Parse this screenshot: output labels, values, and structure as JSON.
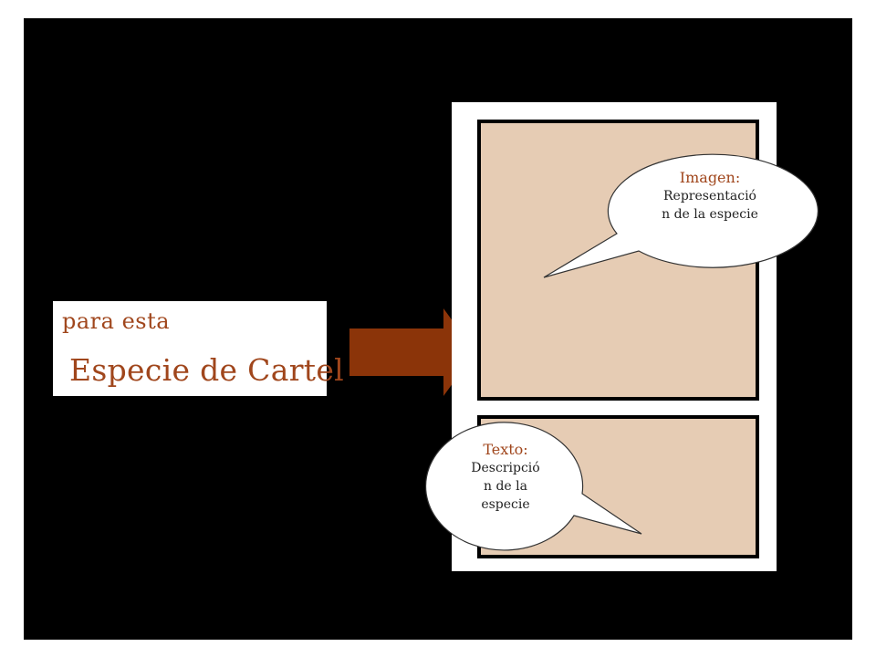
{
  "label": {
    "line1": "para esta",
    "line2": "Especie de Cartel"
  },
  "callouts": {
    "image": {
      "title": "Imagen:",
      "line1": "Representació",
      "line2": "n de la especie"
    },
    "text": {
      "title": "Texto:",
      "line1": "Descripció",
      "line2": "n de la",
      "line3": "especie"
    }
  },
  "colors": {
    "background": "#000000",
    "panel_fill": "#e6ccb4",
    "arrow": "#8b3409",
    "label_text": "#a0461c"
  }
}
